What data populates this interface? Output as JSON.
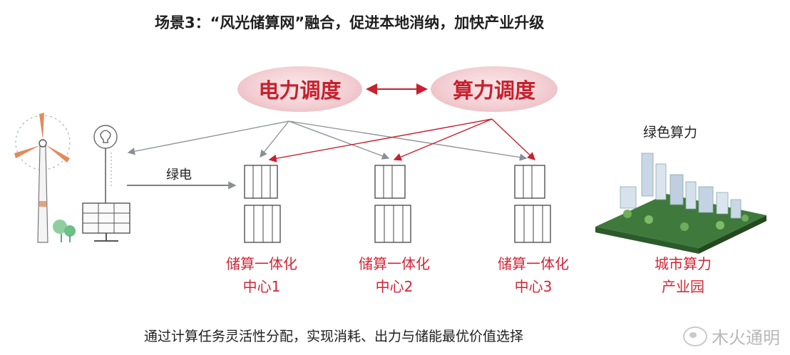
{
  "title": "场景3：“风光储算网”融合，促进本地消纳，加快产业升级",
  "dispatch": {
    "power": "电力调度",
    "compute": "算力调度"
  },
  "green_power_label": "绿电",
  "centers": [
    {
      "line1": "储算一体化",
      "line2": "中心1"
    },
    {
      "line1": "储算一体化",
      "line2": "中心2"
    },
    {
      "line1": "储算一体化",
      "line2": "中心3"
    }
  ],
  "city": {
    "top_label": "绿色算力",
    "line1": "城市算力",
    "line2": "产业园"
  },
  "footer": "通过计算任务灵活性分配，实现消耗、出力与储能最优价值选择",
  "watermark": "木火通明",
  "colors": {
    "accent_red": "#c8202e",
    "arrow_gray": "#8a8f96"
  }
}
